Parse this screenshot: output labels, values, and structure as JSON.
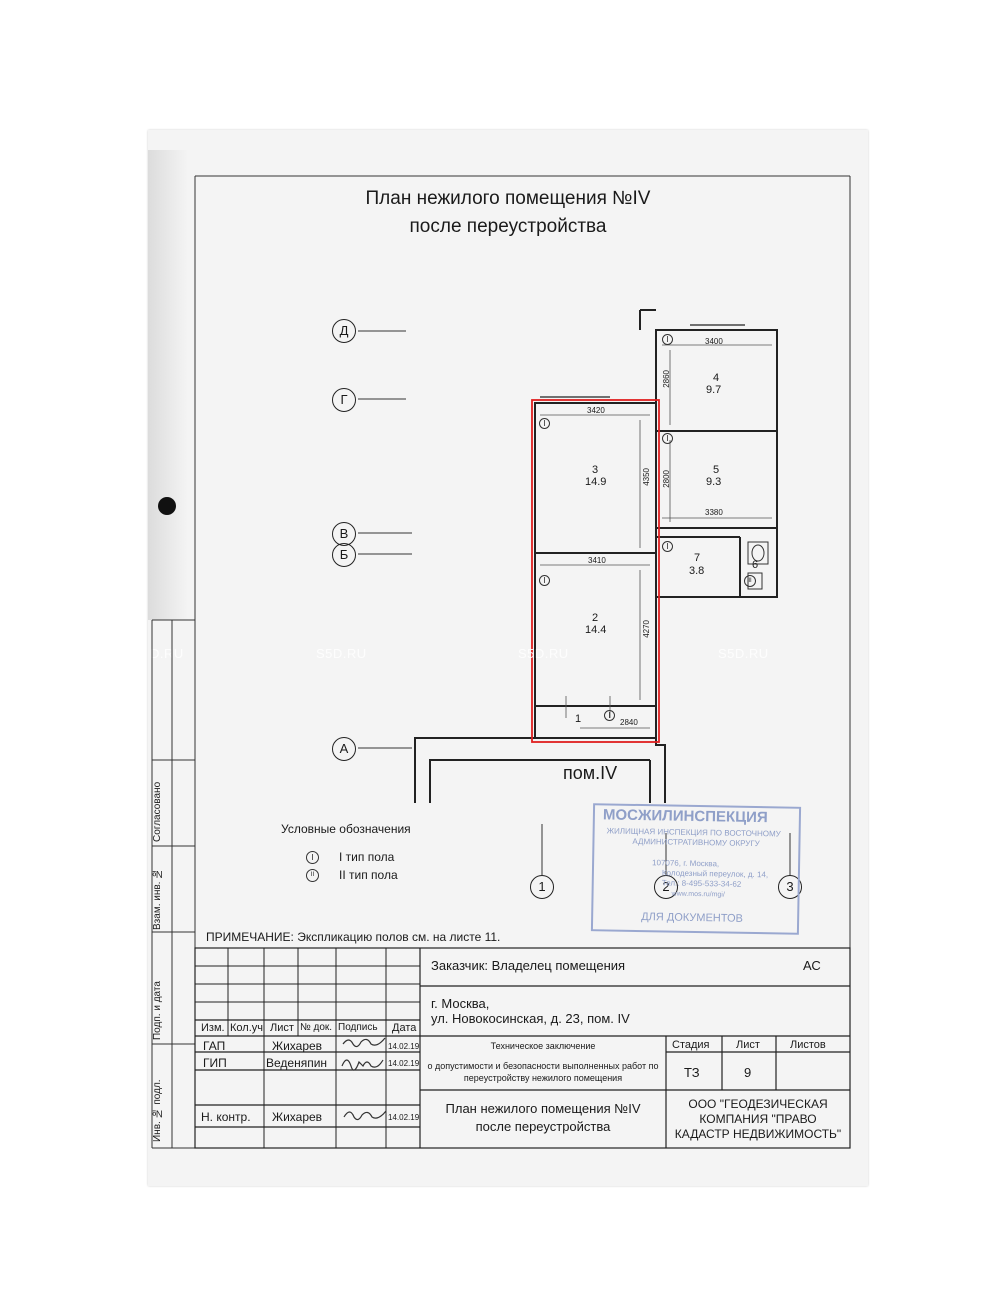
{
  "title": {
    "line1": "План нежилого помещения №IV",
    "line2": "после переустройства"
  },
  "axes": {
    "rows": [
      "Д",
      "Г",
      "В",
      "Б",
      "А"
    ],
    "cols": [
      "1",
      "2",
      "3"
    ]
  },
  "rooms": [
    {
      "num": "3",
      "area": "14.9",
      "width": "3420",
      "length": "4350"
    },
    {
      "num": "2",
      "area": "14.4",
      "width": "3410",
      "length": "4270"
    },
    {
      "num": "1",
      "width": "2840"
    },
    {
      "num": "4",
      "area": "9.7",
      "width": "3400",
      "length": "2860"
    },
    {
      "num": "5",
      "area": "9.3",
      "width": "3380",
      "length": "2800"
    },
    {
      "num": "7",
      "area": "3.8"
    },
    {
      "num": "6"
    }
  ],
  "floor_marks": {
    "type1": "I",
    "type2": "II"
  },
  "premises_label": "пом.IV",
  "watermark": "S5D.RU",
  "watermark_partial": "D.RU",
  "legend": {
    "heading": "Условные обозначения",
    "items": [
      {
        "mark": "I",
        "text": "I тип пола"
      },
      {
        "mark": "II",
        "text": "II тип пола"
      }
    ]
  },
  "note": "ПРИМЕЧАНИЕ: Экспликацию полов см. на листе 11.",
  "stamp": {
    "lines": [
      "МОСЖИЛИНСПЕКЦИЯ",
      "ЖИЛИЩНАЯ ИНСПЕКЦИЯ ПО ВОСТОЧНОМУ",
      "АДМИНИСТРАТИВНОМУ ОКРУГУ",
      "107076, г. Москва,",
      "Колодезный переулок, д. 14,",
      "Тел.: 8-495-533-34-62",
      "www.mos.ru/mgi/",
      "ДЛЯ ДОКУМЕНТОВ"
    ]
  },
  "side_stamp": [
    "Согласовано",
    "Инв. № подл.",
    "Подп. и дата",
    "Взам. инв. №"
  ],
  "title_block": {
    "customer": "Заказчик: Владелец помещения",
    "code": "АС",
    "address1": "г. Москва,",
    "address2": "ул. Новокосинская, д. 23, пом. IV",
    "headers": [
      "Изм.",
      "Кол.уч",
      "Лист",
      "№ док.",
      "Подпись",
      "Дата"
    ],
    "rows": [
      {
        "role": "ГАП",
        "name": "Жихарев",
        "date": "14.02.19"
      },
      {
        "role": "ГИП",
        "name": "Веденяпин",
        "date": "14.02.19"
      },
      {
        "role": "Н. контр.",
        "name": "Жихарев",
        "date": "14.02.19"
      }
    ],
    "doc_title": [
      "Техническое заключение",
      "о допустимости и безопасности выполненных работ по",
      "переустройству нежилого помещения"
    ],
    "sheet_title": [
      "План нежилого помещения №IV",
      "после переустройства"
    ],
    "stage_header": "Стадия",
    "sheet_header": "Лист",
    "sheets_header": "Листов",
    "stage": "ТЗ",
    "sheet": "9",
    "company": [
      "ООО \"ГЕОДЕЗИЧЕСКАЯ",
      "КОМПАНИЯ \"ПРАВО",
      "КАДАСТР НЕДВИЖИМОСТЬ\""
    ]
  }
}
